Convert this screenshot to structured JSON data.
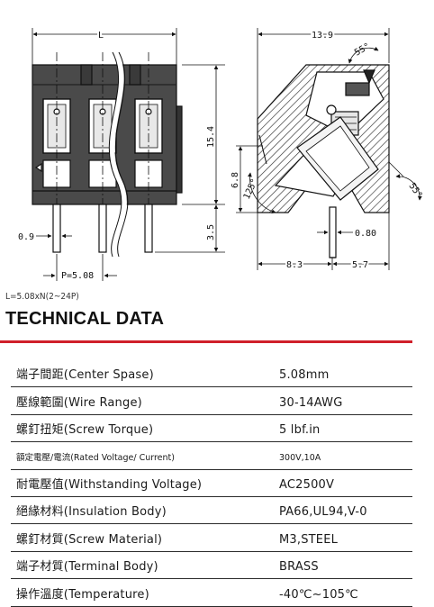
{
  "drawing": {
    "dims": {
      "length": "L",
      "pitch": "P=5.08",
      "pin_width": "0.9",
      "height_total": "15.4",
      "height_lower": "6.8",
      "pin_length": "3.5",
      "depth": "13.9",
      "angle_top": "55°",
      "angle_right": "55°",
      "angle_left": "125°",
      "pin_thickness": "0.80",
      "offset_a": "8.3",
      "offset_b": "5.7"
    }
  },
  "formula": "L=5.08xN(2~24P)",
  "heading": "TECHNICAL DATA",
  "specs": [
    {
      "label": "端子間距(Center Spase)",
      "value": "5.08mm"
    },
    {
      "label": "壓線範圍(Wire Range)",
      "value": "30-14AWG"
    },
    {
      "label": "螺釘扭矩(Screw Torque)",
      "value": "5 lbf.in"
    },
    {
      "label": "額定電壓/電流(Rated Voltage/ Current)",
      "value": "300V,10A"
    },
    {
      "label": "耐電壓值(Withstanding Voltage)",
      "value": "AC2500V"
    },
    {
      "label": "絕緣材料(Insulation Body)",
      "value": "PA66,UL94,V-0"
    },
    {
      "label": "螺釘材質(Screw Material)",
      "value": "M3,STEEL"
    },
    {
      "label": "端子材質(Terminal Body)",
      "value": "BRASS"
    },
    {
      "label": "操作溫度(Temperature)",
      "value": "-40℃~105℃"
    }
  ]
}
